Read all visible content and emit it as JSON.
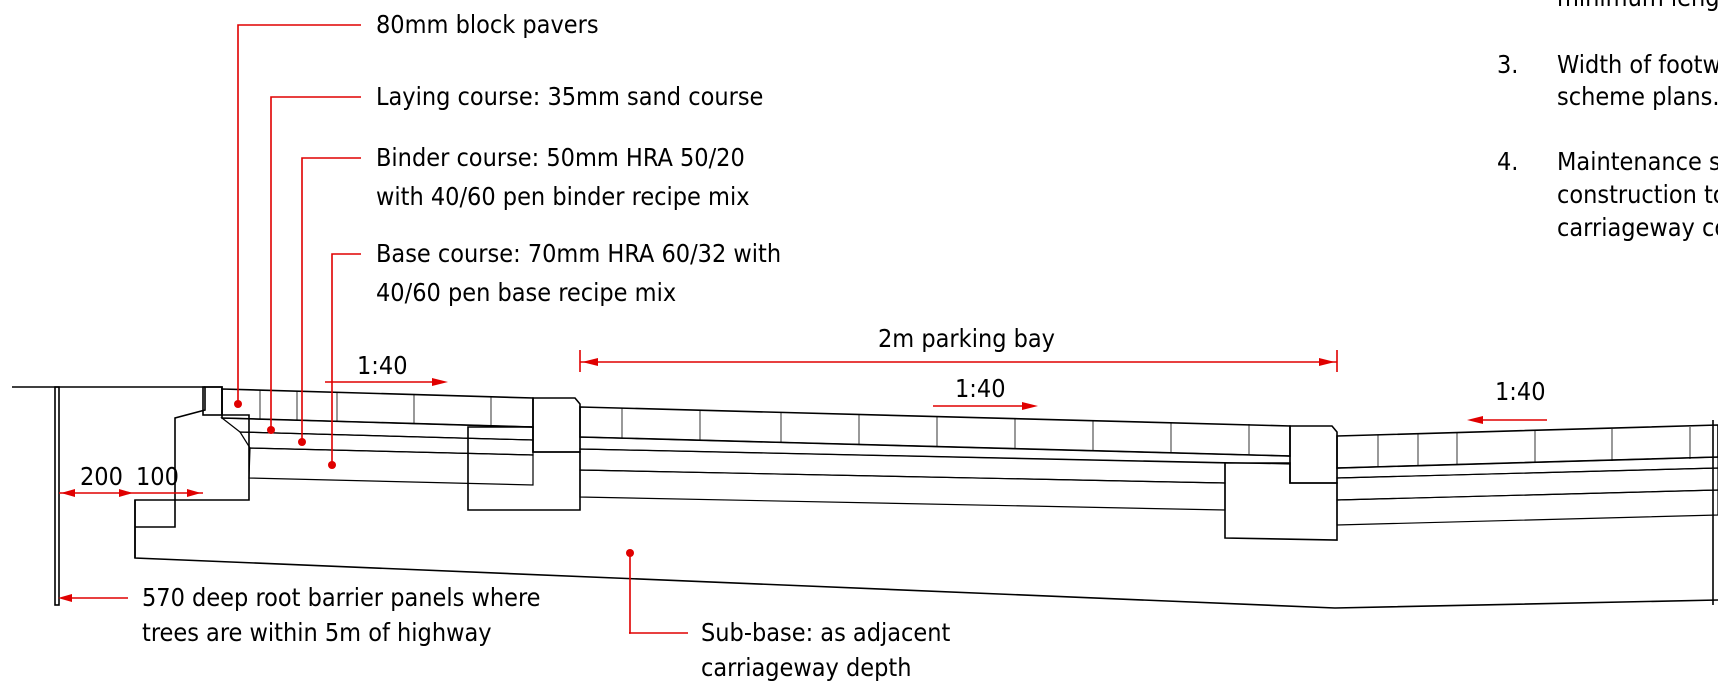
{
  "annotations": {
    "pavers": "80mm block pavers",
    "laying": "Laying course: 35mm sand course",
    "binder_1": "Binder course: 50mm HRA 50/20",
    "binder_2": "with 40/60 pen binder recipe mix",
    "base_1": "Base course: 70mm HRA 60/32 with",
    "base_2": "40/60 pen base recipe mix",
    "root_1": "570 deep root barrier panels where",
    "root_2": "trees are within 5m of highway",
    "subbase_1": "Sub-base: as adjacent",
    "subbase_2": "carriageway depth"
  },
  "dimensions": {
    "parking_bay": "2m parking bay",
    "fall_footway": "1:40",
    "fall_bay": "1:40",
    "fall_carriageway": "1:40",
    "offset_200": "200",
    "offset_100": "100"
  },
  "notes": [
    {
      "num": "",
      "lines": [
        "minimum length"
      ]
    },
    {
      "num": "3.",
      "lines": [
        "Width of footway",
        "scheme plans."
      ]
    },
    {
      "num": "4.",
      "lines": [
        "Maintenance str",
        "construction to",
        "carriageway con"
      ]
    }
  ],
  "colors": {
    "leader": "#e00000",
    "linework": "#000000",
    "background": "#ffffff"
  }
}
